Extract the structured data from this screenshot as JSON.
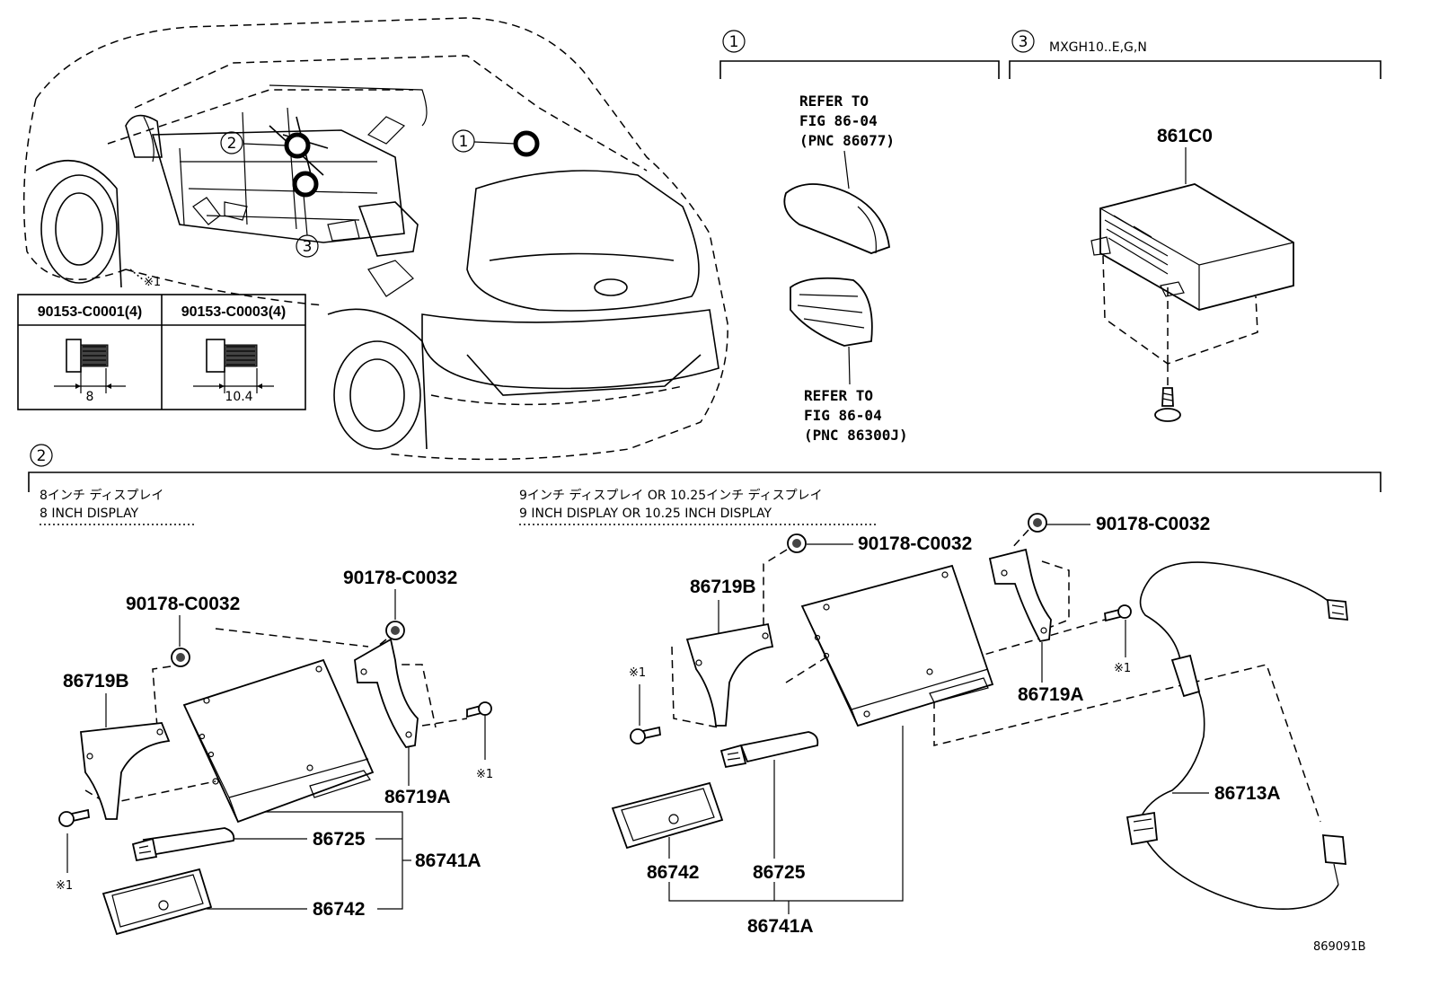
{
  "callouts": {
    "c1": "1",
    "c2": "2",
    "c3": "3"
  },
  "sections": {
    "s1": {
      "num": "1"
    },
    "s2": {
      "num": "2"
    },
    "s3": {
      "num": "3",
      "title": "MXGH10..E,G,N"
    }
  },
  "refs": {
    "r1": [
      "REFER TO",
      "FIG 86-04",
      "(PNC 86077)"
    ],
    "r2": [
      "REFER TO",
      "FIG 86-04",
      "(PNC 86300J)"
    ]
  },
  "bolt_table": {
    "col1": {
      "part": "90153-C0001(4)",
      "dim": "8"
    },
    "col2": {
      "part": "90153-C0003(4)",
      "dim": "10.4"
    },
    "note": "※1"
  },
  "display8": {
    "heading_jp": "8インチ ディスプレイ",
    "heading_en": "8 INCH DISPLAY",
    "parts": {
      "nut_left": "90178-C0032",
      "nut_right": "90178-C0032",
      "bracket_left": "86719B",
      "bracket_right": "86719A",
      "holder": "86725",
      "cover": "86742",
      "assy": "86741A",
      "note_a": "※1",
      "note_b": "※1"
    }
  },
  "display9": {
    "heading_jp": "9インチ ディスプレイ OR 10.25インチ ディスプレイ",
    "heading_en": "9 INCH DISPLAY OR 10.25 INCH DISPLAY",
    "parts": {
      "nut_left": "90178-C0032",
      "nut_right": "90178-C0032",
      "bracket_left": "86719B",
      "bracket_right": "86719A",
      "holder": "86725",
      "cover": "86742",
      "assy": "86741A",
      "cable": "86713A",
      "note_a": "※1",
      "note_b": "※1"
    }
  },
  "module": {
    "part": "861C0"
  },
  "figure_id": "869091B"
}
